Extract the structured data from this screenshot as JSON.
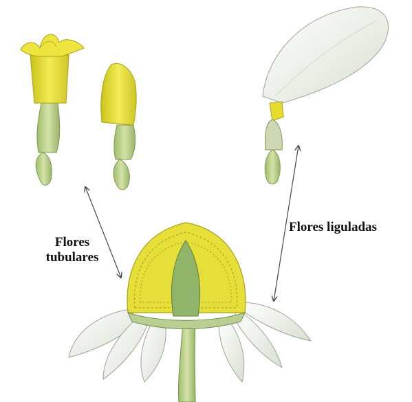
{
  "labels": {
    "tubular_line1": "Flores",
    "tubular_line2": "tubulares",
    "ligulate": "Flores liguladas"
  },
  "colors": {
    "floret_yellow": "#e8e23a",
    "floret_yellow_light": "#f3ef8a",
    "ovary_green": "#b9d08a",
    "stem_green": "#7ea65a",
    "petal_white": "#f4f6f0",
    "petal_shadow": "#c9d3c4",
    "receptacle_green": "#9dbd78",
    "arrow": "#444444"
  }
}
